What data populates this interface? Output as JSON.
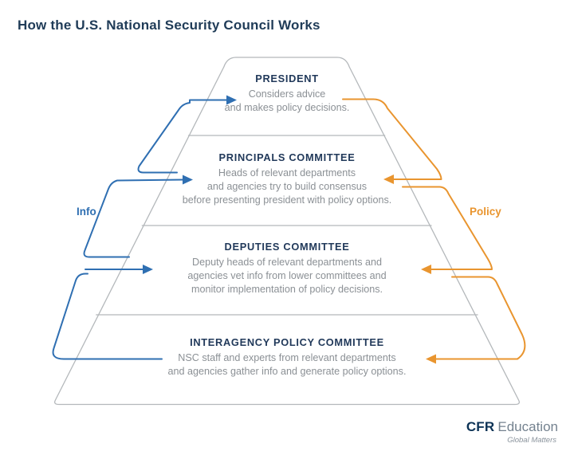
{
  "title": "How the U.S. National Security Council Works",
  "colors": {
    "navy": "#21395a",
    "body_gray": "#8b9095",
    "outline_gray": "#b4b8bb",
    "info_blue": "#2f6fb2",
    "policy_orange": "#e9952f"
  },
  "flow_labels": {
    "left": "Info",
    "right": "Policy"
  },
  "pyramid": {
    "tiers": [
      {
        "name": "PRESIDENT",
        "lines": [
          "Considers advice",
          "and makes policy decisions."
        ]
      },
      {
        "name": "PRINCIPALS COMMITTEE",
        "lines": [
          "Heads of relevant departments",
          "and agencies try to build consensus",
          "before presenting president with policy options."
        ]
      },
      {
        "name": "DEPUTIES COMMITTEE",
        "lines": [
          "Deputy heads of relevant departments and",
          "agencies vet info from lower committees and",
          "monitor implementation of policy decisions."
        ]
      },
      {
        "name": "INTERAGENCY POLICY COMMITTEE",
        "lines": [
          "NSC staff and experts from relevant departments",
          "and agencies gather info and generate policy options."
        ]
      }
    ]
  },
  "logo": {
    "brand_bold": "CFR",
    "brand_regular": "Education",
    "tagline": "Global Matters"
  }
}
